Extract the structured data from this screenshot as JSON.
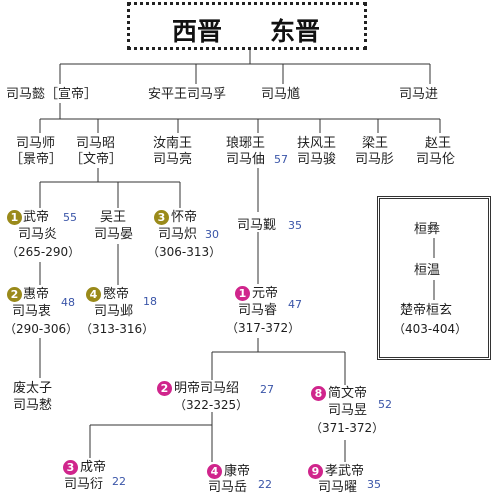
{
  "title": {
    "left": "西晋",
    "right": "东晋"
  },
  "colors": {
    "olive_badge": "#9a8a1a",
    "pink_badge": "#d0258c",
    "number": "#3a55a8"
  },
  "gen1": {
    "sima_yi": "司马懿［宣帝］",
    "sima_fu": "安平王司马孚",
    "sima_kui": "司马馗",
    "sima_jin": "司马进"
  },
  "gen2": {
    "shi_name": "司马师",
    "shi_title": "［景帝］",
    "zhao_name": "司马昭",
    "zhao_title": "［文帝］",
    "liang_title": "汝南王",
    "liang_name": "司马亮",
    "zhou_title": "琅琊王",
    "zhou_name": "司马伷",
    "zhou_num": "57",
    "jun_title": "扶风王",
    "jun_name": "司马骏",
    "tong_title": "梁王",
    "tong_name": "司马肜",
    "lun_title": "赵王",
    "lun_name": "司马伦"
  },
  "gen3": {
    "wudi_badge": "1",
    "wudi_title": "武帝",
    "wudi_num": "55",
    "wudi_name": "司马炎",
    "wudi_years": "（265-290）",
    "yan_title": "吴王",
    "yan_name": "司马晏",
    "huaidi_badge": "3",
    "huaidi_title": "怀帝",
    "huaidi_name": "司马炽",
    "huaidi_num": "30",
    "huaidi_years": "（306-313）",
    "jin_name": "司马觐",
    "jin_num": "35"
  },
  "gen4": {
    "huidi_badge": "2",
    "huidi_title": "惠帝",
    "huidi_num": "48",
    "huidi_name": "司马衷",
    "huidi_years": "（290-306）",
    "mindi_badge": "4",
    "mindi_title": "愍帝",
    "mindi_num": "18",
    "mindi_name": "司马邺",
    "mindi_years": "（313-316）",
    "yuandi_badge": "1",
    "yuandi_title": "元帝",
    "yuandi_name": "司马睿",
    "yuandi_num": "47",
    "yuandi_years": "（317-372）"
  },
  "gen5": {
    "feitaizi_title": "废太子",
    "feitaizi_name": "司马慭",
    "mingdi_badge": "2",
    "mingdi_title": "明帝司马绍",
    "mingdi_num": "27",
    "mingdi_years": "（322-325）",
    "jianwen_badge": "8",
    "jianwen_title": "简文帝",
    "jianwen_name": "司马昱",
    "jianwen_num": "52",
    "jianwen_years": "（371-372）"
  },
  "gen6": {
    "chengdi_badge": "3",
    "chengdi_title": "成帝",
    "chengdi_name": "司马衍",
    "chengdi_num": "22",
    "kangdi_badge": "4",
    "kangdi_title": "康帝",
    "kangdi_name": "司马岳",
    "kangdi_num": "22",
    "xiaowu_badge": "9",
    "xiaowu_title": "孝武帝",
    "xiaowu_name": "司马曜",
    "xiaowu_num": "35"
  },
  "huan": {
    "huan_yi": "桓彝",
    "huan_wen": "桓温",
    "huan_xuan": "楚帝桓玄",
    "huan_years": "（403-404）"
  }
}
